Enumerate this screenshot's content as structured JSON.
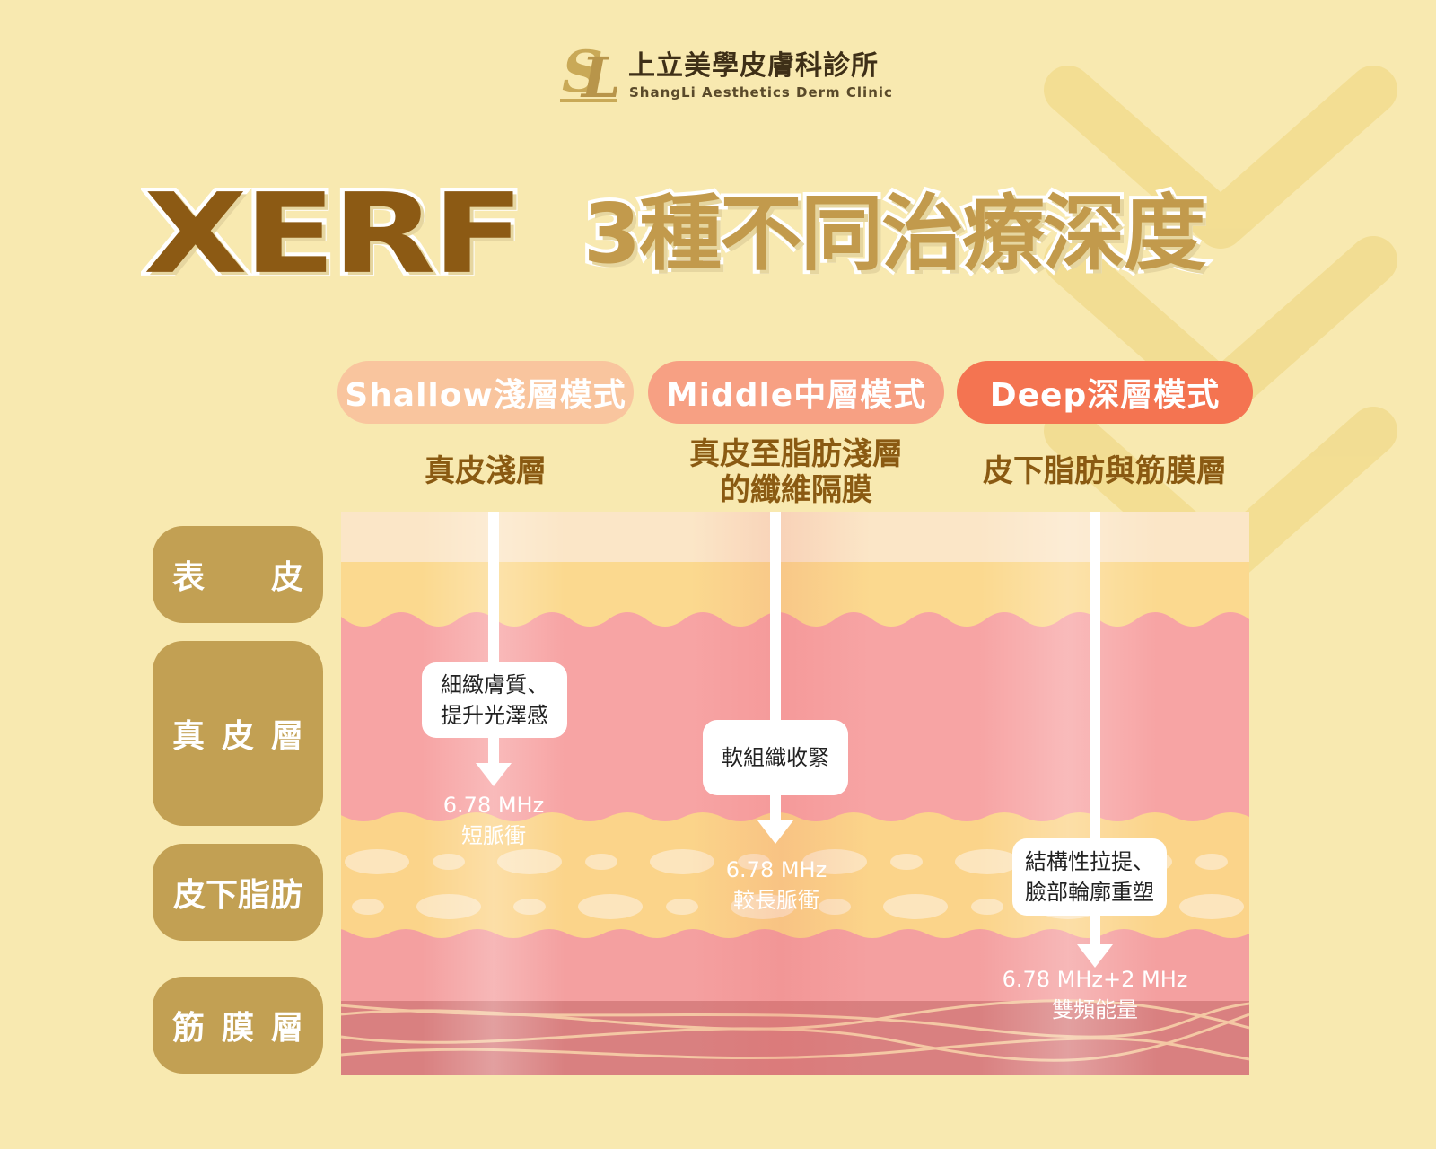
{
  "logo": {
    "name": "上立美學皮膚科診所",
    "english": "ShangLi Aesthetics Derm Clinic"
  },
  "title": {
    "main": "XERF",
    "sub": "3種不同治療深度"
  },
  "modes": [
    {
      "label": "Shallow淺層模式",
      "depth": "真皮淺層",
      "effect_lines": [
        "細緻膚質、",
        "提升光澤感"
      ],
      "freq_lines": [
        "6.78 MHz",
        "短脈衝"
      ],
      "color": "#f9c59e"
    },
    {
      "label": "Middle中層模式",
      "depth_lines": [
        "真皮至脂肪淺層",
        "的纖維隔膜"
      ],
      "effect_lines": [
        "軟組織收緊"
      ],
      "freq_lines": [
        "6.78 MHz",
        "較長脈衝"
      ],
      "color": "#f7a083"
    },
    {
      "label": "Deep深層模式",
      "depth": "皮下脂肪與筋膜層",
      "effect_lines": [
        "結構性拉提、",
        "臉部輪廓重塑"
      ],
      "freq_lines": [
        "6.78 MHz+2 MHz",
        "雙頻能量"
      ],
      "color": "#f47451"
    }
  ],
  "layers": [
    {
      "chars": [
        "表",
        "皮"
      ]
    },
    {
      "chars": [
        "真",
        "皮",
        "層"
      ]
    },
    {
      "label": "皮下脂肪"
    },
    {
      "chars": [
        "筋",
        "膜",
        "層"
      ]
    }
  ],
  "colors": {
    "background": "#f8e9b0",
    "label_gold": "#c2a053",
    "title_brown": "#8c5a14",
    "dermis_pink": "#f7a4a4",
    "fat_yellow": "#fbd48a",
    "fascia": "#d98080"
  }
}
